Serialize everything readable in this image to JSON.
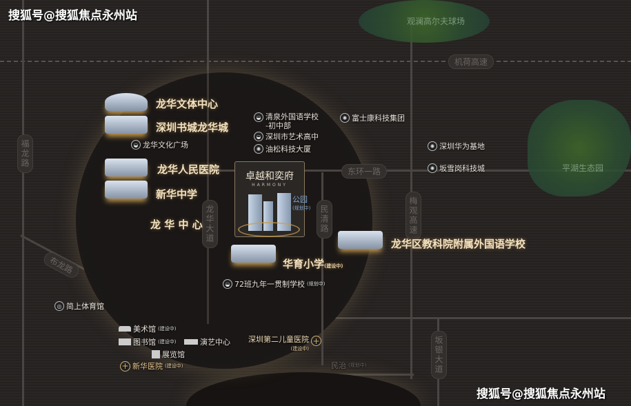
{
  "watermark_top": "搜狐号@搜狐焦点永州站",
  "watermark_bottom": "搜狐号@搜狐焦点永州站",
  "project": {
    "name": "卓越和奕府",
    "english": "HARMONY",
    "park": "公园",
    "park_status": "(规划中)"
  },
  "area_label": "龙 华 中 心",
  "roads": {
    "jihe": "机荷高速",
    "donghuan": "东环一路",
    "fulong": "福龙路",
    "bulong": "布龙路",
    "longhua": "龙华大道",
    "minqing": "民清路",
    "meiguan": "梅观高速",
    "banyin": "坂银大道",
    "minzhi": "民治",
    "minzhi_status": "(规划中)"
  },
  "greens": {
    "golf": "观澜高尔夫球场",
    "pinghu": "平湖生态园"
  },
  "landmarks": [
    {
      "name": "龙华文体中心"
    },
    {
      "name": "深圳书城龙华城"
    },
    {
      "name": "龙华人民医院"
    },
    {
      "name": "新华中学"
    },
    {
      "name": "龙华区教科院附属外国语学校"
    },
    {
      "name": "华育小学",
      "status": "(建设中)"
    }
  ],
  "pois": {
    "culture_square": "龙华文化广场",
    "qingquan": "清泉外国语学校",
    "qingquan2": "-初中部",
    "art_school": "深圳市艺术高中",
    "yousong": "油松科技大厦",
    "foxconn": "富士康科技集团",
    "huawei": "深圳华为基地",
    "bantian": "坂雪岗科技城",
    "school72": "72班九年一贯制学校",
    "school72_status": "(规划中)",
    "gym": "简上体育馆",
    "art_museum": "美术馆",
    "library": "图书馆",
    "performance": "演艺中心",
    "exhibition": "展览馆",
    "xinhua_hospital": "新华医院",
    "children_hospital": "深圳第二儿童医院",
    "building_status": "(建设中)"
  }
}
